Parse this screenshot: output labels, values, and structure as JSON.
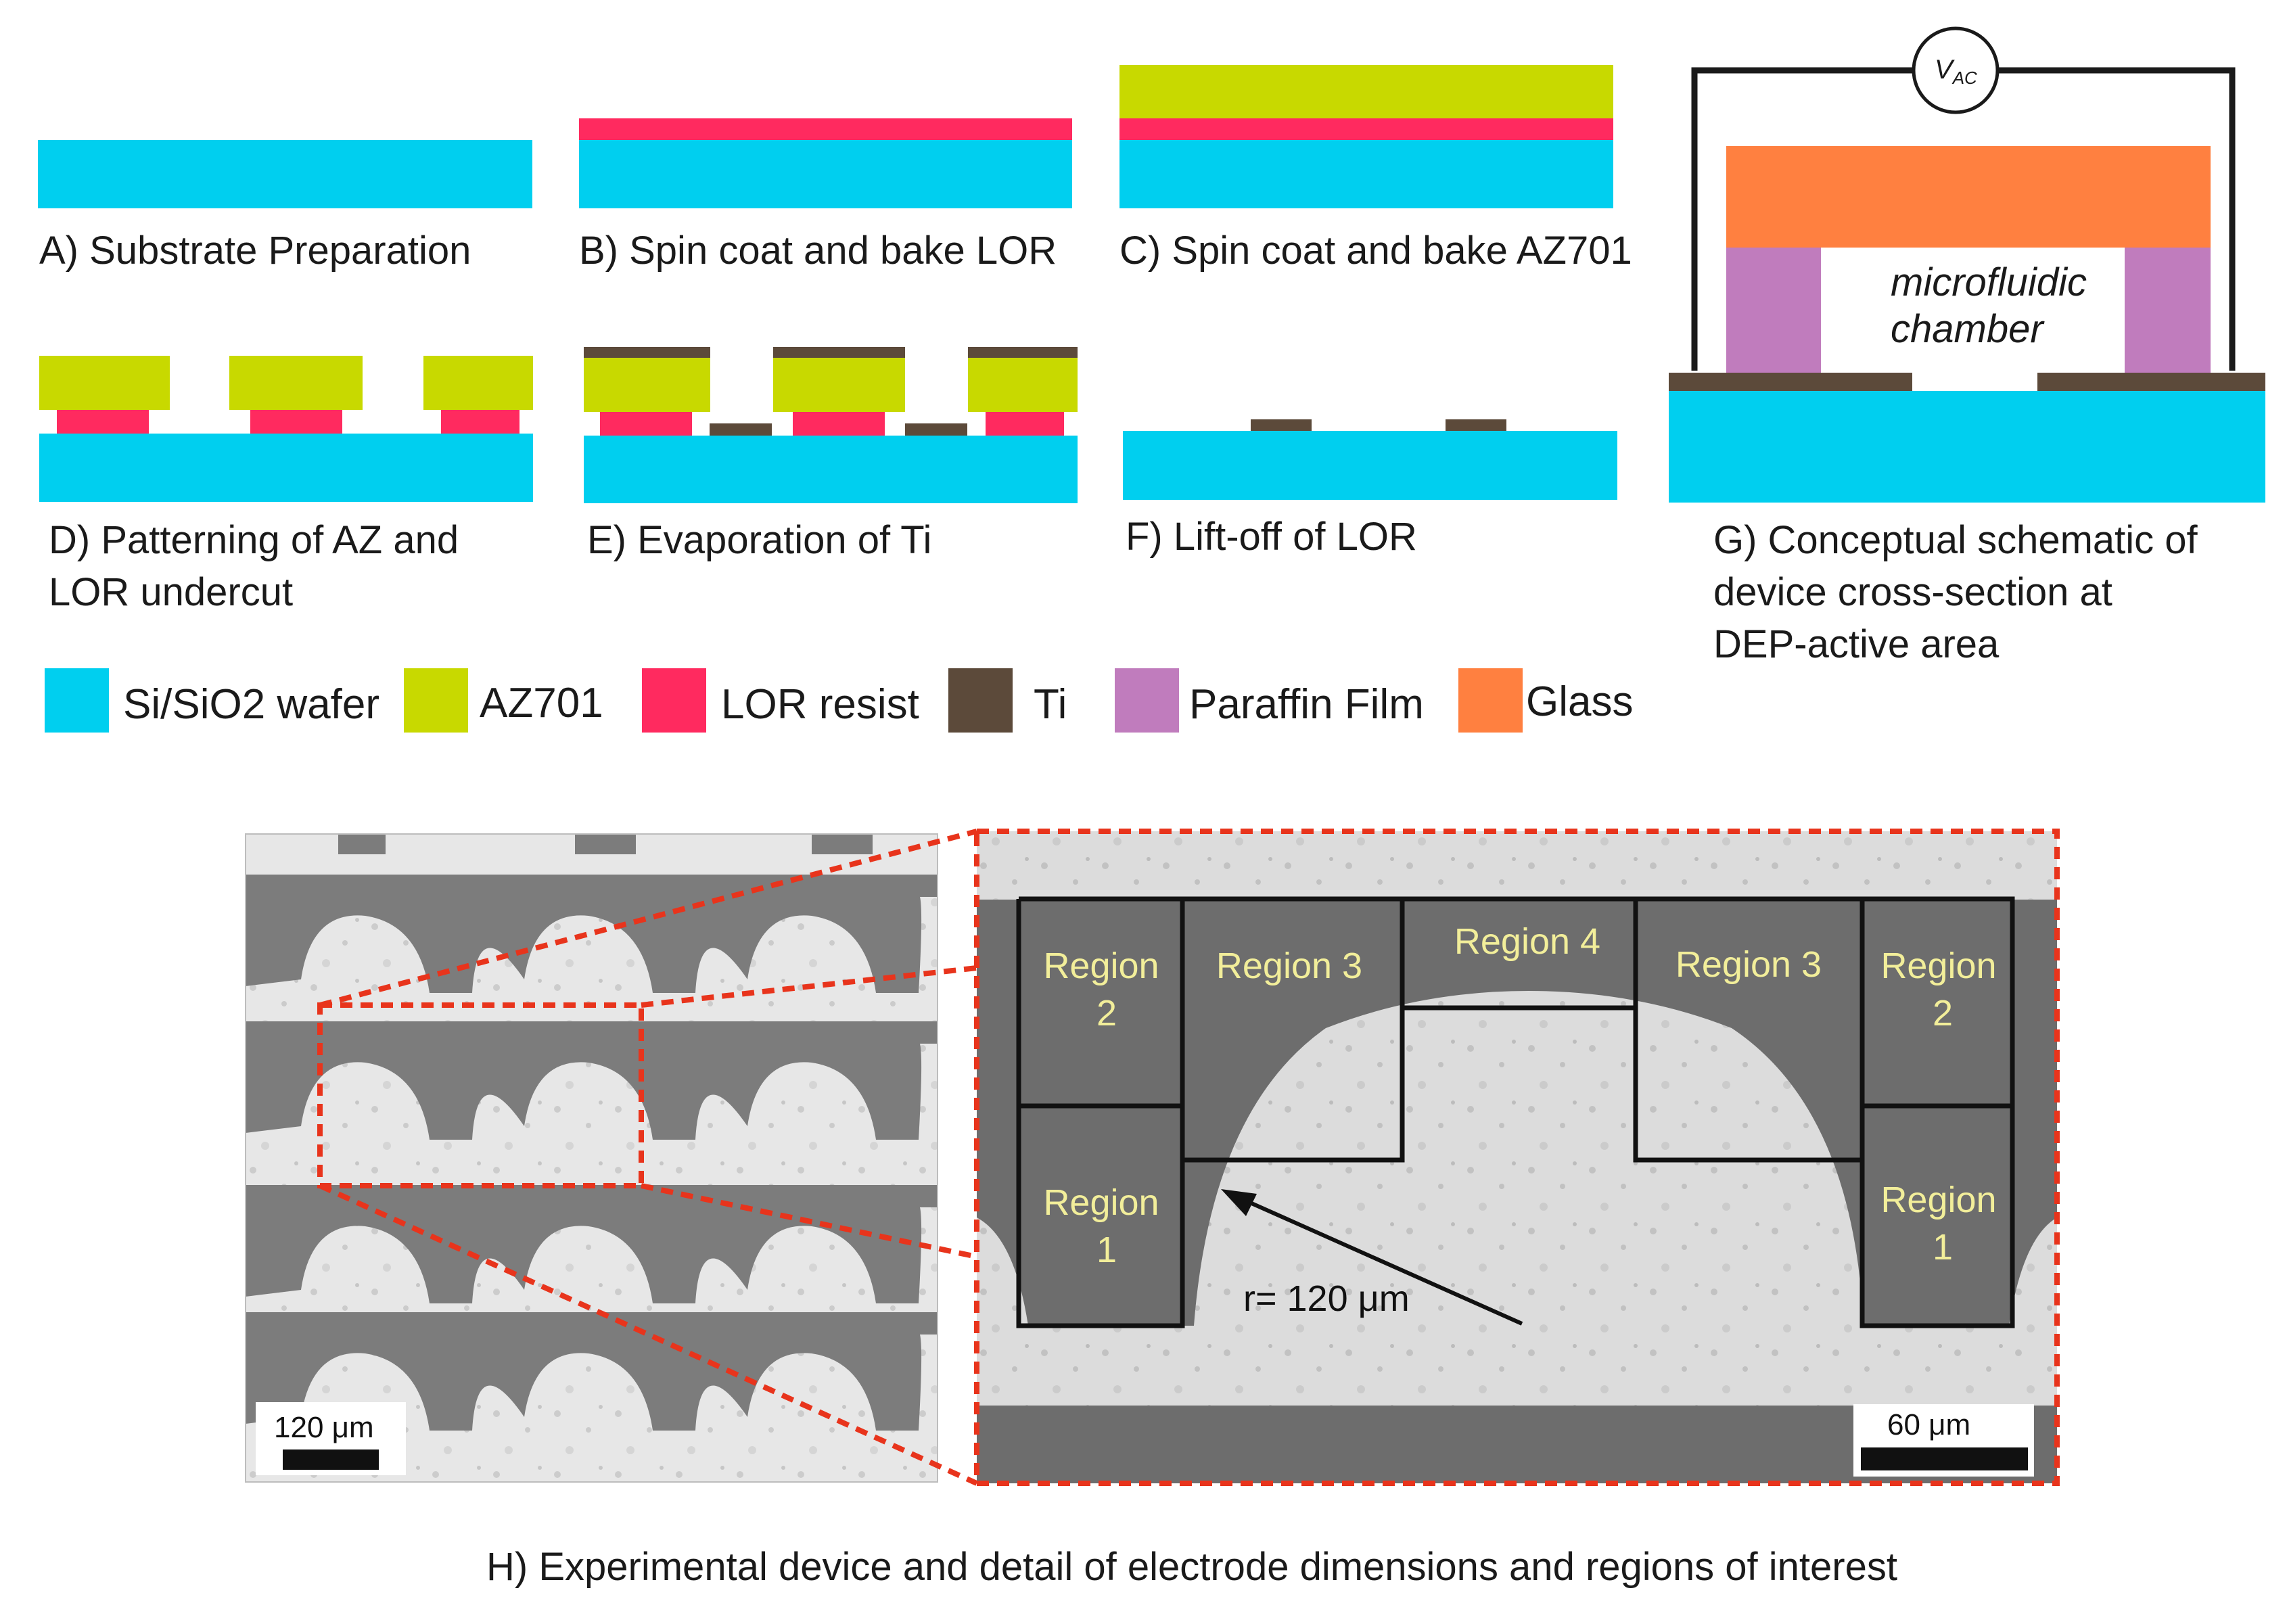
{
  "colors": {
    "wafer": "#00cfef",
    "az701": "#c8d900",
    "lor": "#ff2a5f",
    "ti": "#5c4a3a",
    "paraffin": "#c07cbd",
    "glass": "#ff8040",
    "zoom_outline": "#e8341c"
  },
  "steps": {
    "a": "A) Substrate Preparation",
    "b": "B) Spin coat and bake LOR",
    "c": "C) Spin coat and bake AZ701",
    "d_line1": "D) Patterning of AZ and",
    "d_line2": "LOR undercut",
    "e": "E) Evaporation of Ti",
    "f": "F) Lift-off of LOR",
    "g_line1": "G) Conceptual schematic of",
    "g_line2": "device cross-section at",
    "g_line3": "DEP-active area"
  },
  "schematic": {
    "vac_main": "V",
    "vac_sub": "AC",
    "chamber_line1": "microfluidic",
    "chamber_line2": "chamber"
  },
  "legend": {
    "wafer": "Si/SiO2 wafer",
    "az701": "AZ701",
    "lor": "LOR resist",
    "ti": "Ti",
    "paraffin": "Paraffin Film",
    "glass": "Glass"
  },
  "micrograph": {
    "scale_left": "120 μm",
    "scale_right": "60 μm",
    "radius_label": "r= 120 μm",
    "regions": {
      "left_2_line1": "Region",
      "left_2_line2": "2",
      "left_1_line1": "Region",
      "left_1_line2": "1",
      "left_3": "Region 3",
      "center_4": "Region 4",
      "right_3": "Region 3",
      "right_2_line1": "Region",
      "right_2_line2": "2",
      "right_1_line1": "Region",
      "right_1_line2": "1"
    }
  },
  "caption": "H) Experimental device and detail of electrode dimensions and regions of interest"
}
